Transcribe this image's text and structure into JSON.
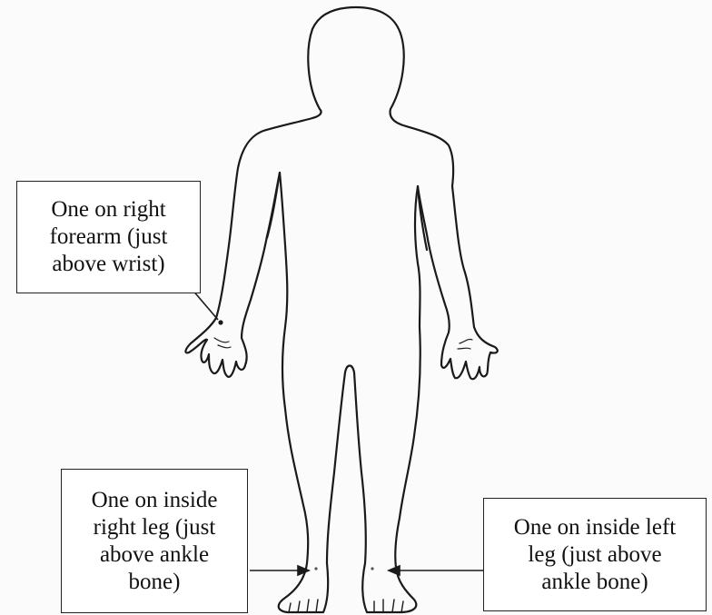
{
  "callouts": {
    "forearm": {
      "lines": [
        "One on right",
        "forearm (just",
        "above wrist)"
      ]
    },
    "right_leg": {
      "lines": [
        "One on inside",
        "right leg (just",
        "above ankle",
        "bone)"
      ]
    },
    "left_leg": {
      "lines": [
        "One on inside left",
        "leg (just above",
        "ankle bone)"
      ]
    }
  },
  "colors": {
    "outline": "#1a1a1a",
    "background": "#fbfbfb"
  }
}
